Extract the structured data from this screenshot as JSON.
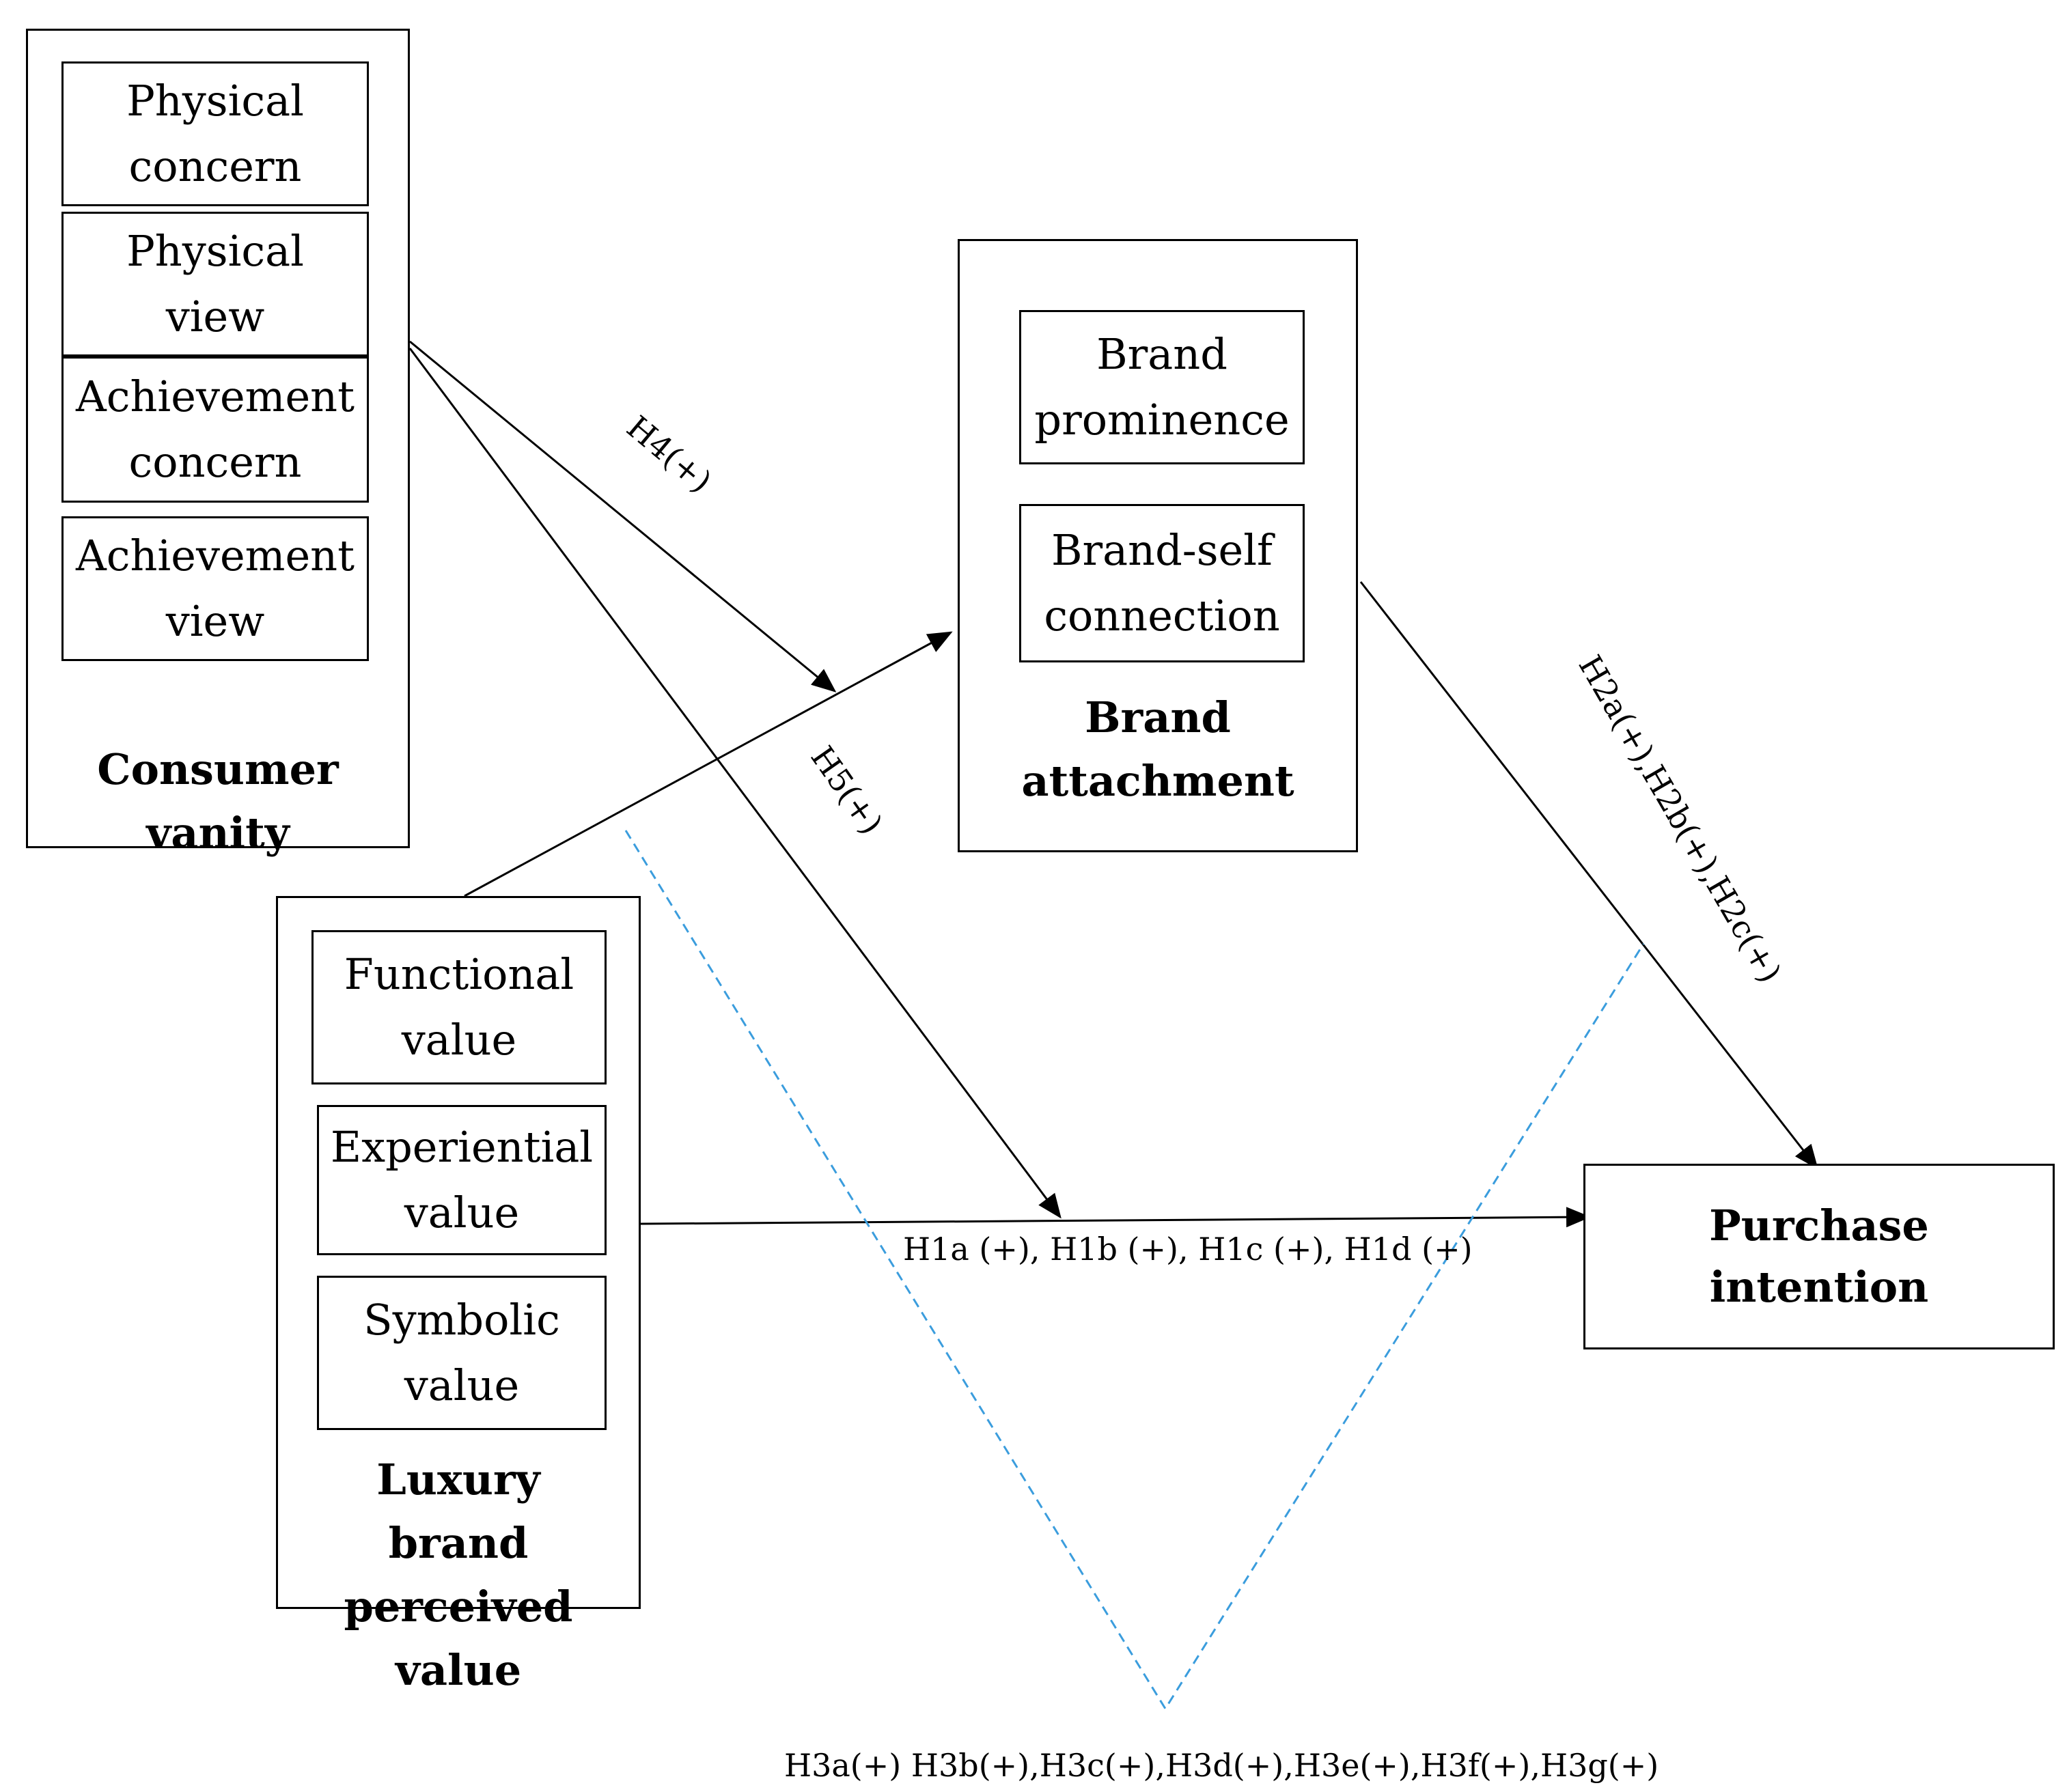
{
  "consumer_vanity": {
    "title": "Consumer vanity",
    "items": [
      "Physical concern",
      "Physical view",
      "Achievement concern",
      "Achievement view"
    ]
  },
  "brand_attachment": {
    "title": "Brand attachment",
    "items": [
      "Brand prominence",
      "Brand-self connection"
    ]
  },
  "luxury_value": {
    "title": "Luxury brand perceived value",
    "items": [
      "Functional value",
      "Experiential value",
      "Symbolic value"
    ]
  },
  "purchase_intention": {
    "title": "Purchase intention"
  },
  "hypotheses": {
    "h1": "H1a (+), H1b (+), H1c (+), H1d (+)",
    "h2": "H2a(+),H2b(+),H2c(+)",
    "h3": "H3a(+) H3b(+),H3c(+),H3d(+),H3e(+),H3f(+),H3g(+)",
    "h4": "H4(+)",
    "h5": "H5(+)"
  },
  "colors": {
    "line": "#000000",
    "moderation_line": "#3b9ddd"
  }
}
